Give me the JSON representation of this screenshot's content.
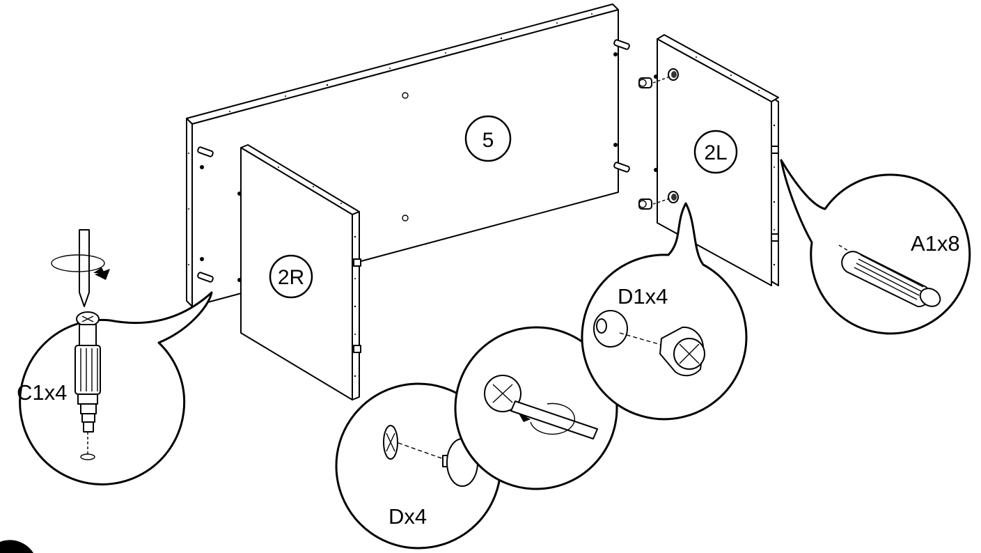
{
  "diagram": {
    "parts": {
      "back_panel": "5",
      "left_panel": "2L",
      "right_panel": "2R"
    },
    "callouts": {
      "dowel": "A1x8",
      "cam_bolt": "C1x4",
      "cam_lock": "D1x4",
      "cap": "Dx4"
    }
  }
}
